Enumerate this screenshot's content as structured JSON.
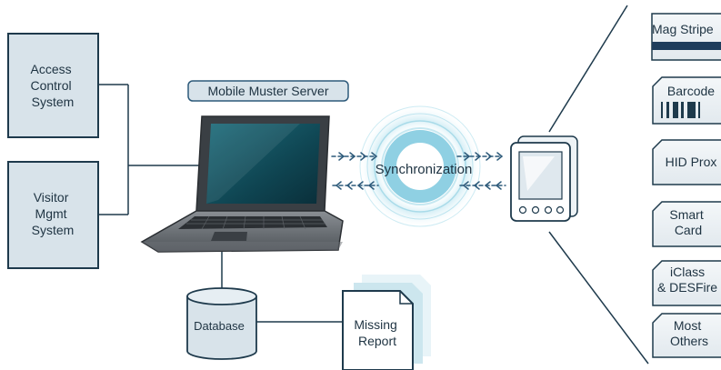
{
  "diagram": {
    "left_systems": [
      {
        "name": "access-control-system",
        "lines": [
          "Access",
          "Control",
          "System"
        ]
      },
      {
        "name": "visitor-mgmt-system",
        "lines": [
          "Visitor",
          "Mgmt",
          "System"
        ]
      }
    ],
    "server_label": "Mobile Muster Server",
    "sync_label": "Synchronization",
    "database_label": "Database",
    "report_lines": [
      "Missing",
      "Report"
    ],
    "card_types": [
      {
        "name": "mag-stripe",
        "lines": [
          "Mag Stripe"
        ]
      },
      {
        "name": "barcode",
        "lines": [
          "Barcode"
        ]
      },
      {
        "name": "hid-prox",
        "lines": [
          "HID Prox"
        ]
      },
      {
        "name": "smart-card",
        "lines": [
          "Smart",
          "Card"
        ]
      },
      {
        "name": "iclass-desfire",
        "lines": [
          "iClass",
          "& DESFire"
        ]
      },
      {
        "name": "most-others",
        "lines": [
          "Most",
          "Others"
        ]
      }
    ],
    "colors": {
      "panel_fill": "#d8e3ea",
      "panel_stroke": "#1e3a4c",
      "accent": "#2d5a7a",
      "sync_ring": "#8fd0e3",
      "mag_stripe_bar": "#1f3d5c"
    }
  }
}
